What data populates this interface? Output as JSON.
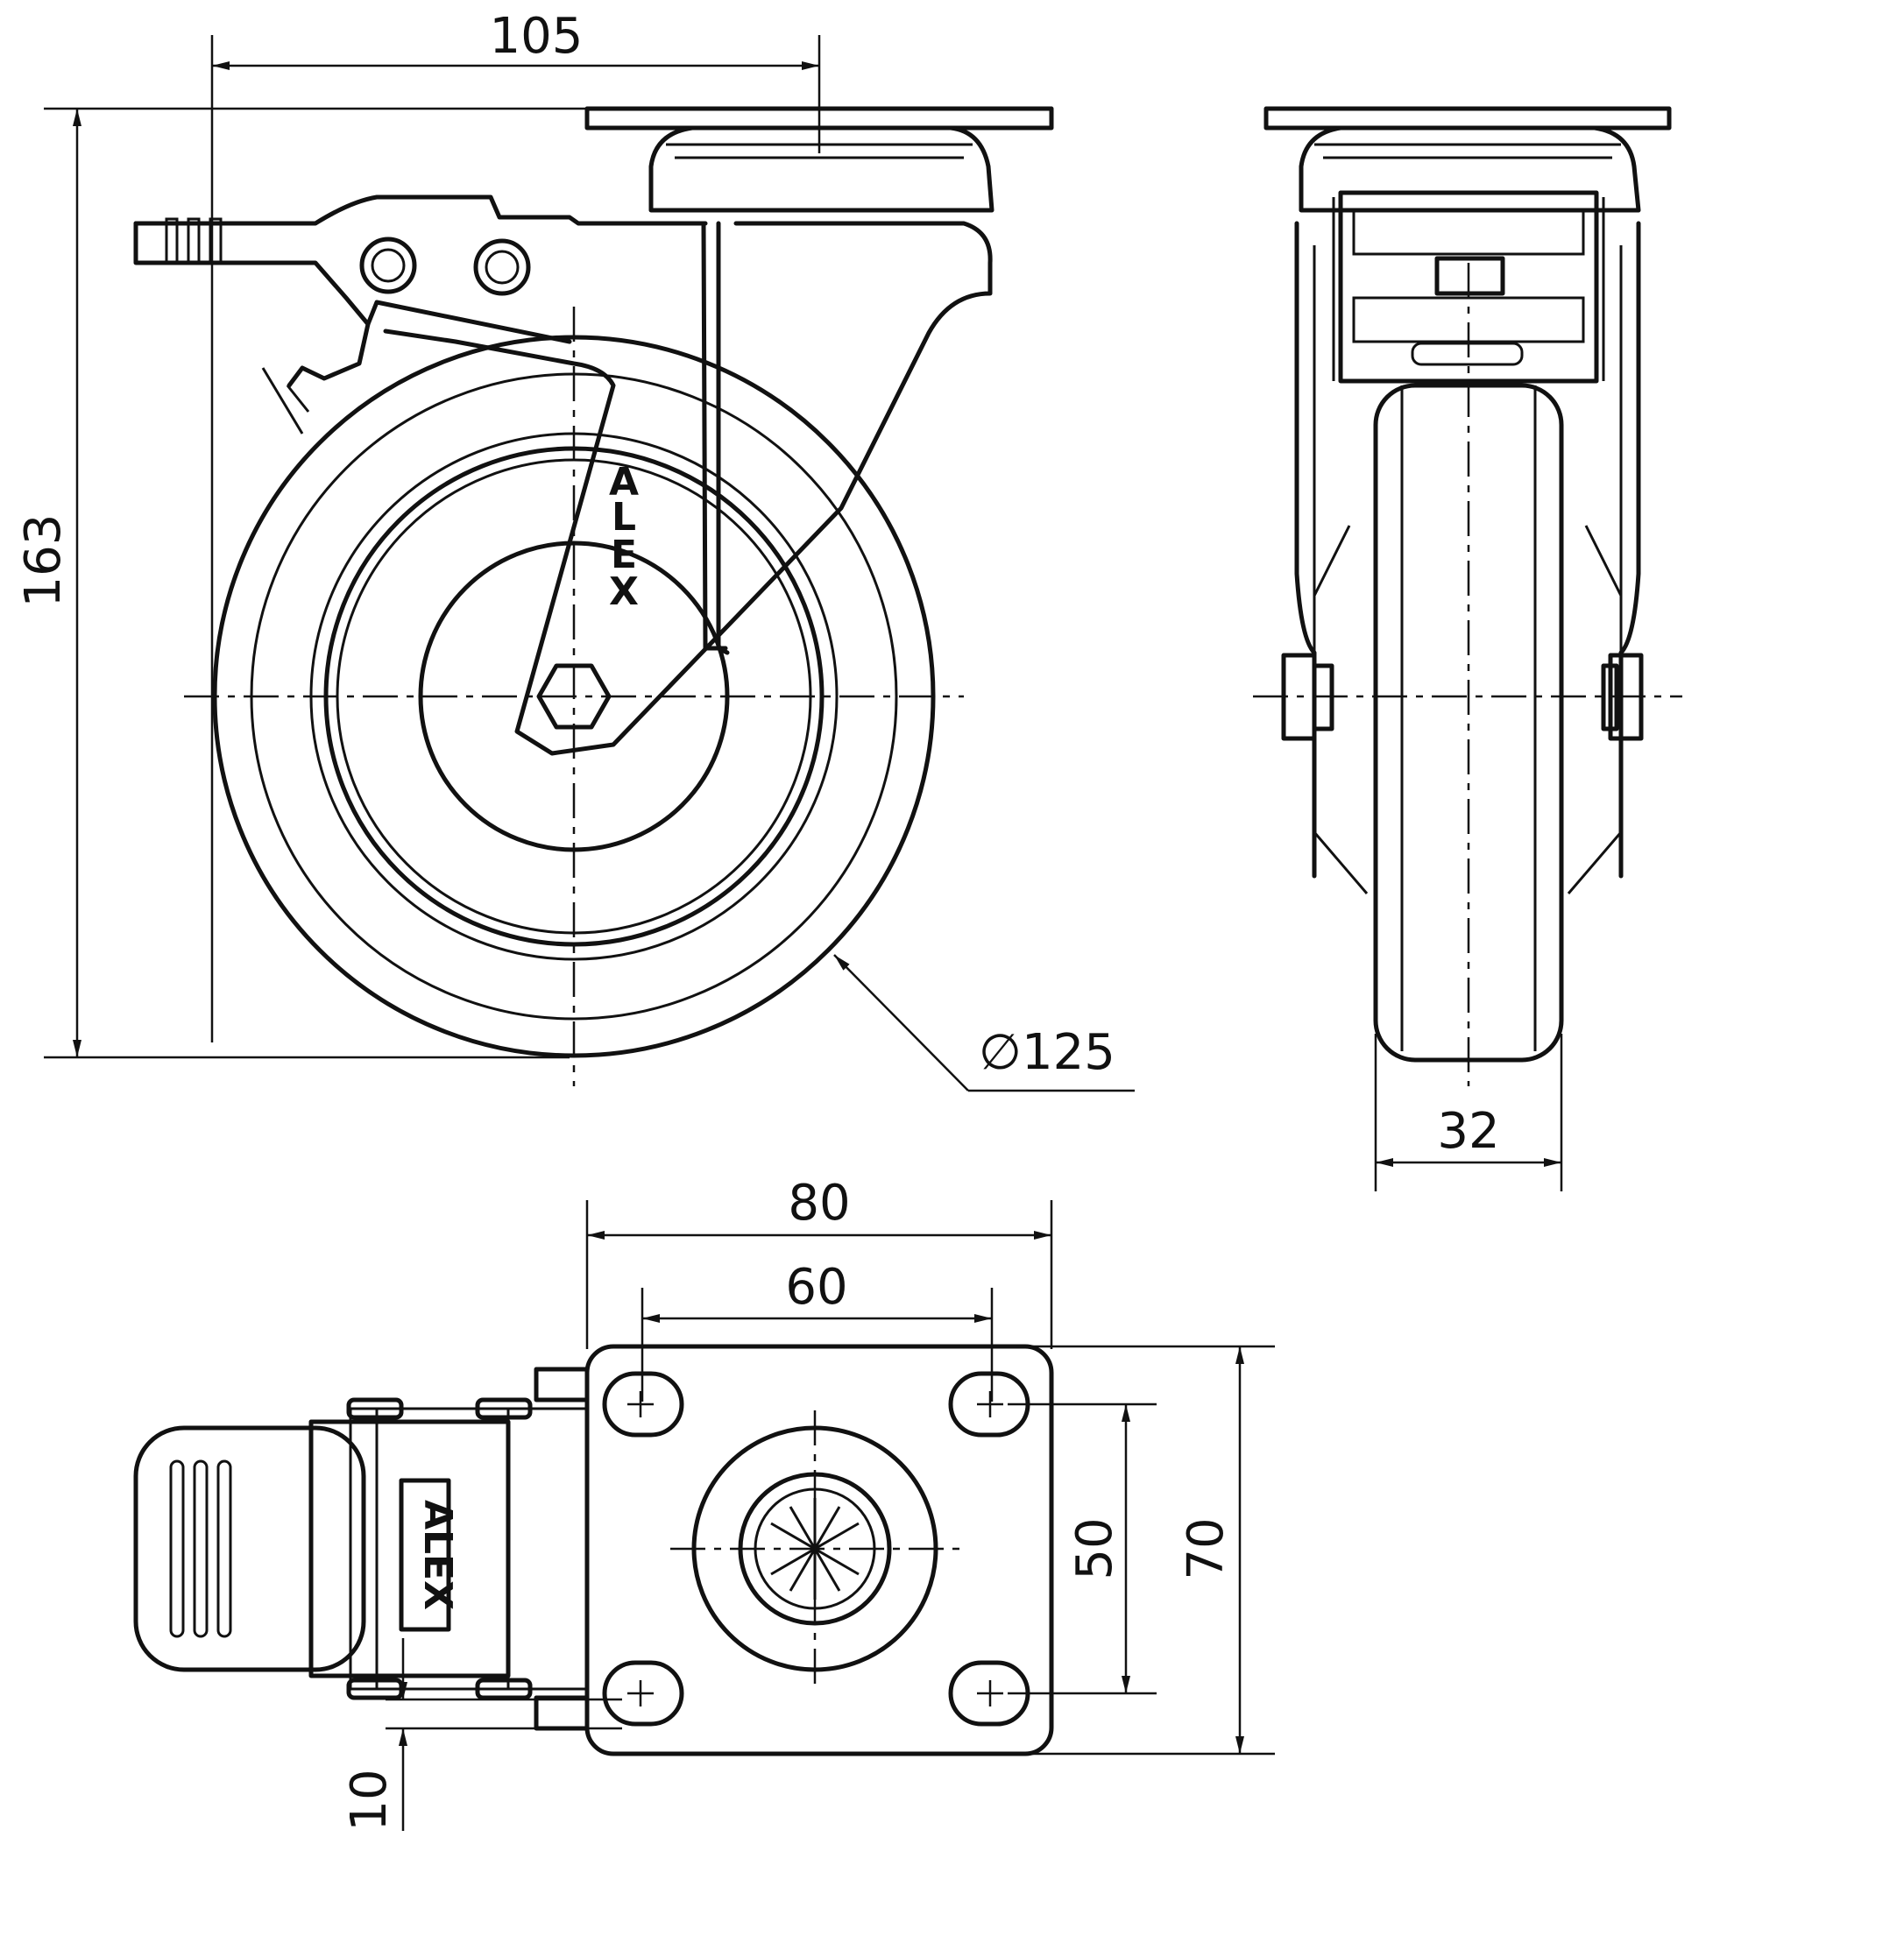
{
  "dimensions": {
    "swivel_offset": "105",
    "total_height": "163",
    "wheel_diameter": "∅125",
    "wheel_width": "32",
    "plate_width": "80",
    "hole_spacing_width": "60",
    "hole_spacing_length": "50",
    "plate_length": "70",
    "bolt_offset": "10"
  },
  "brand": {
    "side_view": [
      "A",
      "L",
      "E",
      "X"
    ],
    "top_view": "ALEX"
  }
}
